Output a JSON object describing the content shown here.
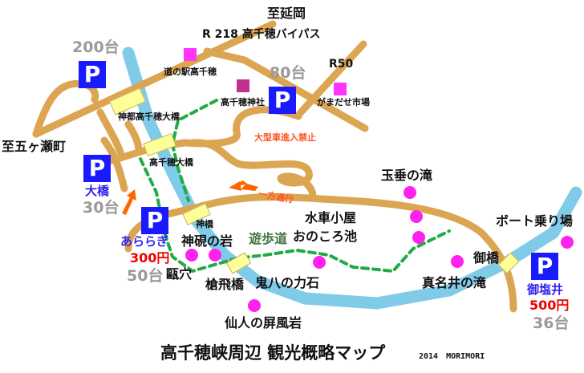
{
  "title": "高千穂峡周辺 観光概略マップ",
  "credit": "2014　MORIMORI",
  "roads": {
    "r218": "R 218 高千穂バイパス",
    "r50": "R50",
    "to_nobeoka": "至延岡",
    "to_gokase": "至五ヶ瀬町",
    "no_large": "大型車進入禁止",
    "oneway": "一方通行",
    "walkway": "遊歩道"
  },
  "parking": [
    {
      "name": "",
      "price": "",
      "capacity": "200台",
      "symbol": "P"
    },
    {
      "name": "",
      "price": "",
      "capacity": "80台",
      "symbol": "P"
    },
    {
      "name": "大橋",
      "price": "",
      "capacity": "30台",
      "symbol": "P"
    },
    {
      "name": "あららぎ",
      "price": "300円",
      "capacity": "50台",
      "symbol": "P"
    },
    {
      "name": "御塩井",
      "price": "500円",
      "capacity": "36台",
      "symbol": "P"
    }
  ],
  "bridges": [
    "神都高千穂大橋",
    "高千穂大橋",
    "神橋",
    "槍飛橋",
    "御橋"
  ],
  "places": [
    "道の駅高千穂",
    "高千穂神社",
    "がまだせ市場",
    "玉垂の滝",
    "水車小屋",
    "おのころ池",
    "鬼八の力石",
    "神硯の岩",
    "甌穴",
    "仙人の屏風岩",
    "真名井の滝",
    "ボート乗り場"
  ],
  "colors": {
    "road": "#dba552",
    "river": "#7fcbe8",
    "walk": "#22aa44",
    "parking": "#1a1aff",
    "spot": "#ff22ee",
    "arrow": "#ff6600"
  }
}
